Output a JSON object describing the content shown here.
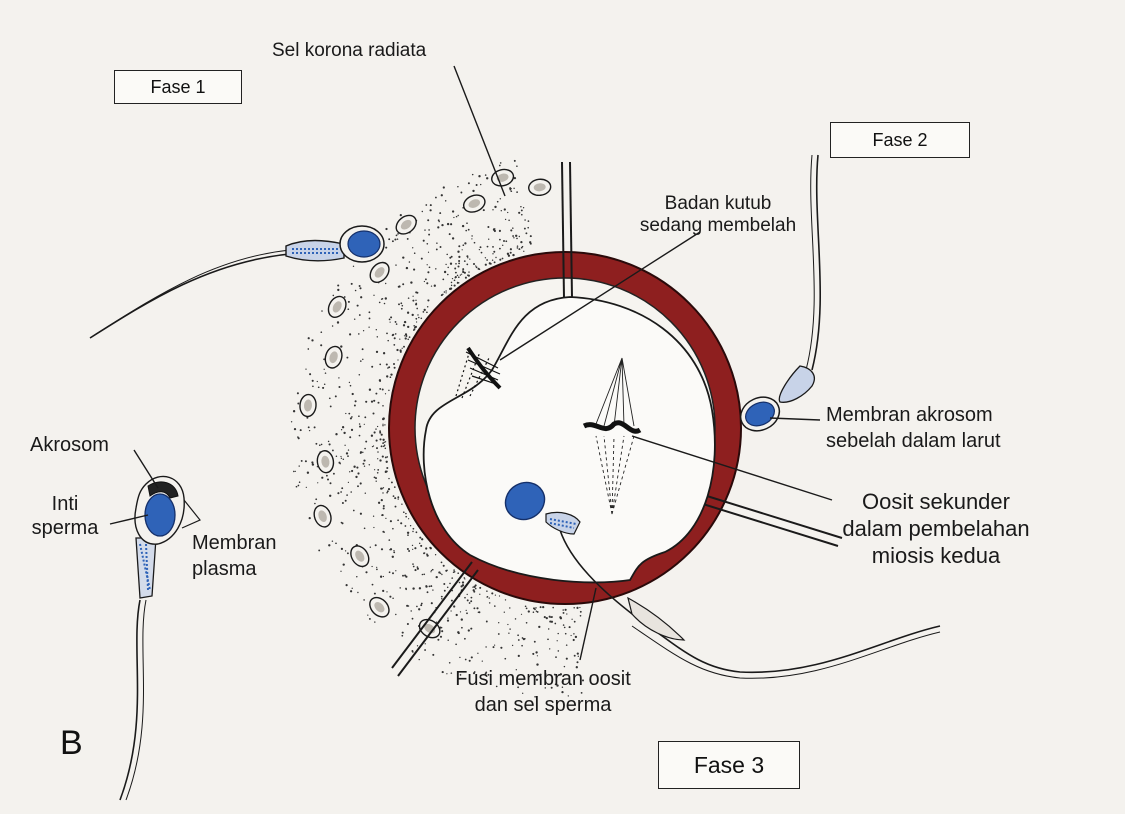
{
  "panel_letter": "B",
  "phases": {
    "phase1": "Fase 1",
    "phase2": "Fase 2",
    "phase3": "Fase 3"
  },
  "labels": {
    "corona_radiata": "Sel korona radiata",
    "polar_body_line1": "Badan kutub",
    "polar_body_line2": "sedang membelah",
    "acrosome_membrane_line1": "Membran akrosom",
    "acrosome_membrane_line2": "sebelah dalam larut",
    "oocyte_line1": "Oosit sekunder",
    "oocyte_line2": "dalam pembelahan",
    "oocyte_line3": "miosis kedua",
    "fusion_line1": "Fusi membran oosit",
    "fusion_line2": "dan sel sperma",
    "acrosome": "Akrosom",
    "nucleus_line1": "Inti",
    "nucleus_line2": "sperma",
    "plasma_membrane_line1": "Membran",
    "plasma_membrane_line2": "plasma"
  },
  "colors": {
    "zona_pellucida": "#8e1f1f",
    "sperm_head": "#2f63b8",
    "line": "#1a1a1a",
    "background": "#f4f2ee"
  }
}
